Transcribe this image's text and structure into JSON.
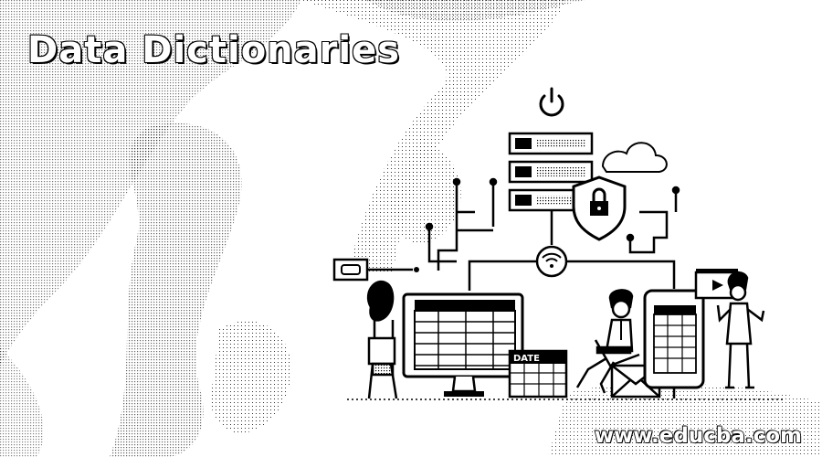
{
  "header": {
    "title": "Data Dictionaries"
  },
  "illustration": {
    "calendar_label": "DATE",
    "icons": [
      "power-icon",
      "server-rack",
      "shield-lock-icon",
      "cloud-icon",
      "wifi-icon",
      "monitor-spreadsheet",
      "calendar-icon",
      "envelope-icon",
      "mobile-spreadsheet",
      "battery-icon",
      "clipboard-icon"
    ],
    "people": [
      "person-with-clipboard",
      "person-with-laptop",
      "person-presenting"
    ]
  },
  "footer": {
    "watermark": "www.educba.com"
  },
  "colors": {
    "ink": "#000000",
    "paper": "#ffffff",
    "stipple": "#8a8a8a"
  }
}
